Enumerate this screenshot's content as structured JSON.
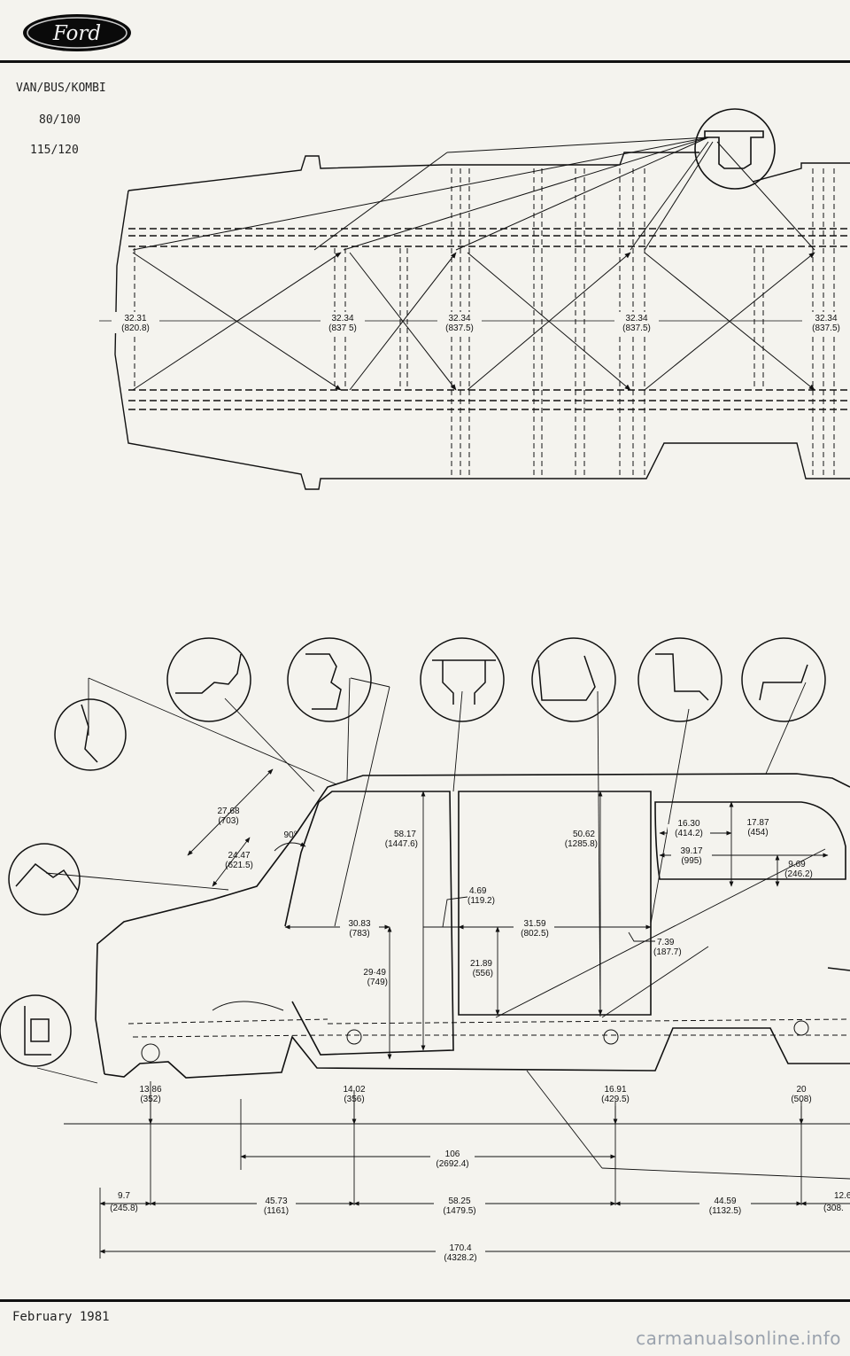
{
  "logo": {
    "text": "Ford"
  },
  "header": {
    "model": "VAN/BUS/KOMBI",
    "variant1": "80/100",
    "variant2": "115/120"
  },
  "footer": {
    "date": "February 1981"
  },
  "watermark": "carmanualsonline.info",
  "underbody": {
    "dims": [
      {
        "in": "32.31",
        "mm": "(820.8)"
      },
      {
        "in": "32.34",
        "mm": "(837 5)"
      },
      {
        "in": "32.34",
        "mm": "(837.5)"
      },
      {
        "in": "32.34",
        "mm": "(837.5)"
      },
      {
        "in": "32.34",
        "mm": "(837.5)"
      }
    ]
  },
  "side": {
    "dims": [
      {
        "in": "27.68",
        "mm": "(703)"
      },
      {
        "in": "90°",
        "mm": ""
      },
      {
        "in": "24.47",
        "mm": "(621.5)"
      },
      {
        "in": "58.17",
        "mm": "(1447.6)"
      },
      {
        "in": "50.62",
        "mm": "(1285.8)"
      },
      {
        "in": "16.30",
        "mm": "(414.2)"
      },
      {
        "in": "17.87",
        "mm": "(454)"
      },
      {
        "in": "39.17",
        "mm": "(995)"
      },
      {
        "in": "9.69",
        "mm": "(246.2)"
      },
      {
        "in": "4.69",
        "mm": "(119.2)"
      },
      {
        "in": "30.83",
        "mm": "(783)"
      },
      {
        "in": "31.59",
        "mm": "(802.5)"
      },
      {
        "in": "7.39",
        "mm": "(187.7)"
      },
      {
        "in": "29·49",
        "mm": "(749)"
      },
      {
        "in": "21.89",
        "mm": "(556)"
      }
    ],
    "heights": [
      {
        "in": "13.86",
        "mm": "(352)"
      },
      {
        "in": "14.02",
        "mm": "(356)"
      },
      {
        "in": "16.91",
        "mm": "(429.5)"
      },
      {
        "in": "20",
        "mm": "(508)"
      }
    ],
    "wheelbase": {
      "in": "106",
      "mm": "(2692.4)"
    },
    "segments": [
      {
        "in": "9.7",
        "mm": "(245.8)"
      },
      {
        "in": "45.73",
        "mm": "(1161)"
      },
      {
        "in": "58.25",
        "mm": "(1479.5)"
      },
      {
        "in": "44.59",
        "mm": "(1132.5)"
      },
      {
        "in": "12.6",
        "mm": "(308."
      }
    ],
    "overall": {
      "in": "170.4",
      "mm": "(4328.2)"
    }
  }
}
